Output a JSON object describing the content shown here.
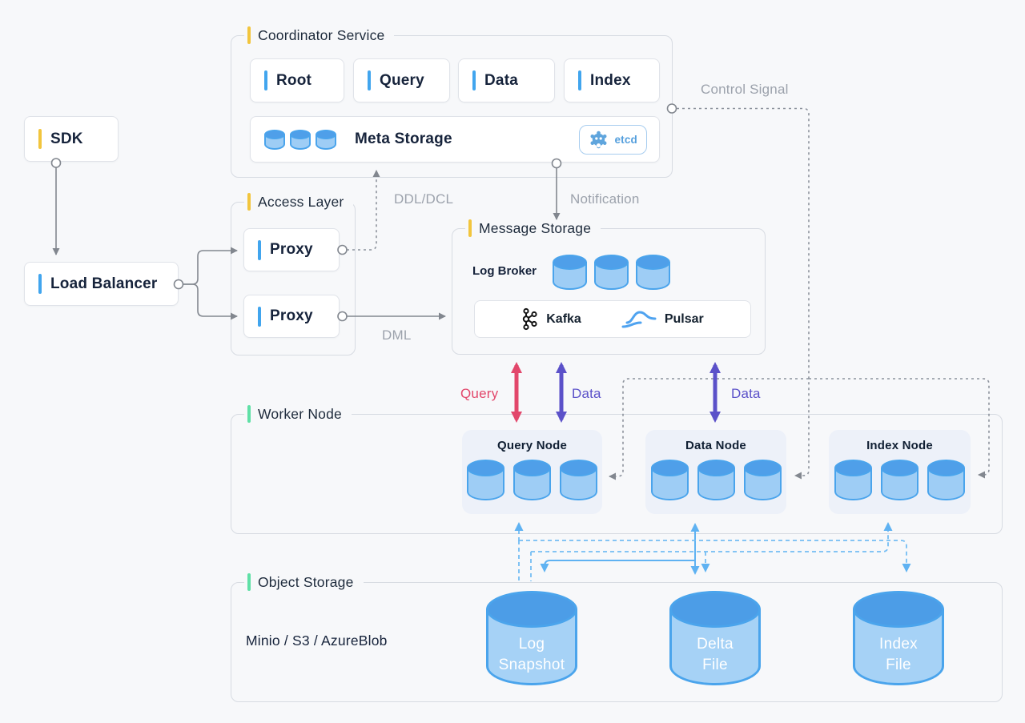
{
  "colors": {
    "background": "#f7f8fa",
    "accent_yellow": "#f2c53d",
    "accent_blue": "#41a5ee",
    "accent_green": "#5fe0a6",
    "arrow_gray": "#82878f",
    "arrow_red": "#e2476b",
    "arrow_purple": "#5b51c9",
    "arrow_lightblue": "#5fb2f2",
    "cylinder_body": "#9ecdf5",
    "cylinder_top": "#4f9fe9",
    "etcd_blue": "#549fdd"
  },
  "groups": {
    "coordinator": {
      "label": "Coordinator Service"
    },
    "access": {
      "label": "Access Layer"
    },
    "message": {
      "label": "Message Storage"
    },
    "worker": {
      "label": "Worker Node"
    },
    "object": {
      "label": "Object Storage"
    }
  },
  "client": {
    "sdk": "SDK",
    "load_balancer": "Load Balancer"
  },
  "coordinator": {
    "services": [
      {
        "label": "Root"
      },
      {
        "label": "Query"
      },
      {
        "label": "Data"
      },
      {
        "label": "Index"
      }
    ],
    "meta_storage": {
      "label": "Meta Storage",
      "badge": "etcd"
    }
  },
  "access": {
    "proxies": [
      {
        "label": "Proxy"
      },
      {
        "label": "Proxy"
      }
    ]
  },
  "message": {
    "log_broker": "Log Broker",
    "brokers": [
      {
        "label": "Kafka"
      },
      {
        "label": "Pulsar"
      }
    ]
  },
  "worker": {
    "nodes": [
      {
        "title": "Query Node"
      },
      {
        "title": "Data Node"
      },
      {
        "title": "Index Node"
      }
    ]
  },
  "object_storage": {
    "caption": "Minio / S3 / AzureBlob",
    "cylinders": [
      {
        "line1": "Log",
        "line2": "Snapshot"
      },
      {
        "line1": "Delta",
        "line2": "File"
      },
      {
        "line1": "Index",
        "line2": "File"
      }
    ]
  },
  "edges": {
    "control_signal": "Control Signal",
    "ddl_dcl": "DDL/DCL",
    "notification": "Notification",
    "dml": "DML",
    "query": "Query",
    "data_query_node": "Data",
    "data_data_node": "Data"
  }
}
